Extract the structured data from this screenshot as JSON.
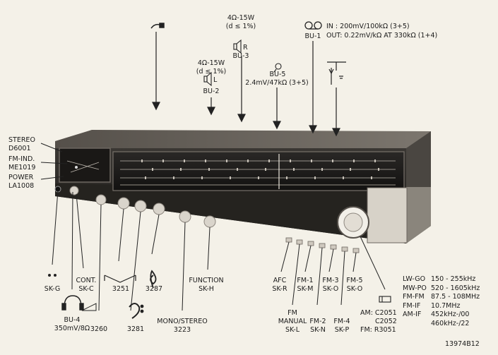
{
  "labels": {
    "stereo": "STEREO",
    "stereo_part": "D6001",
    "fm_ind": "FM-IND.",
    "fm_ind_part": "ME1019",
    "power": "POWER",
    "power_part": "LA1008",
    "bu2_spec": "4Ω-15W",
    "bu2_dist": "(d ≤ 1%)",
    "bu2_l": "L",
    "bu2": "BU-2",
    "bu3_spec": "4Ω-15W",
    "bu3_dist": "(d ≤ 1%)",
    "bu3_r": "R",
    "bu3": "BU-3",
    "bu5": "BU-5",
    "bu5_spec": "2.4mV/47kΩ (3+5)",
    "bu1": "BU-1",
    "bu1_in": "IN   : 200mV/100kΩ (3+5)",
    "bu1_out": "OUT: 0.22mV/kΩ AT 330kΩ (1+4)",
    "skg": "SK-G",
    "bu4": "BU-4",
    "bu4_spec": "350mV/8Ω",
    "cont": "CONT.",
    "skc": "SK-C",
    "p3260": "3260",
    "p3251": "3251",
    "p3281": "3281",
    "p3287": "3287",
    "mono_stereo": "MONO/STEREO",
    "p3223": "3223",
    "function": "FUNCTION",
    "skh": "SK-H",
    "afc": "AFC",
    "skr": "SK-R",
    "fm_manual_1": "FM",
    "fm_manual_2": "MANUAL",
    "skl": "SK-L",
    "fm1": "FM-1",
    "skm": "SK-M",
    "fm2": "FM-2",
    "skn": "SK-N",
    "fm3": "FM-3",
    "sko1": "SK-O",
    "fm4": "FM-4",
    "skp": "SK-P",
    "fm5": "FM-5",
    "sko2": "SK-O",
    "am_c": "AM: C2051",
    "c2052": "C2052",
    "fm_r": "FM: R3051",
    "bands": [
      {
        "name": "LW-GO",
        "range": "150 - 255kHz"
      },
      {
        "name": "MW-PO",
        "range": "520 - 1605kHz"
      },
      {
        "name": "FM-FM",
        "range": "87.5 - 108MHz"
      },
      {
        "name": "FM-IF",
        "range": "10.7MHz"
      },
      {
        "name": "AM-IF",
        "range": "452kHz-/00"
      },
      {
        "name": "",
        "range": "460kHz-/22"
      }
    ],
    "figure_id": "13974B12"
  }
}
